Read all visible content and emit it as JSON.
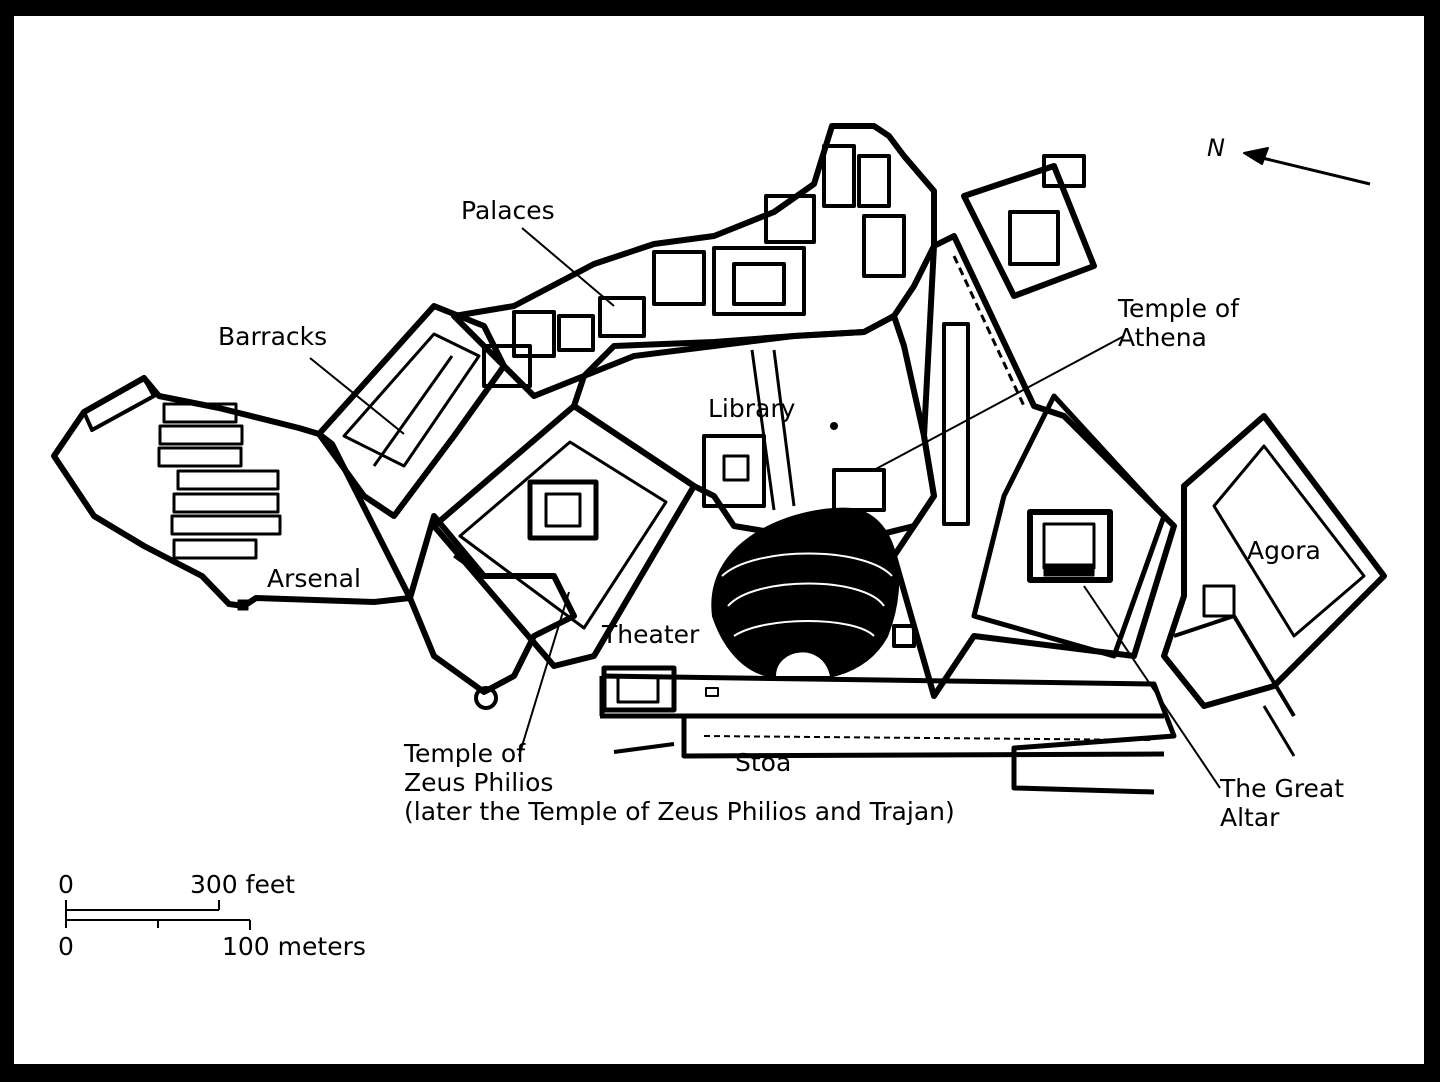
{
  "map": {
    "labels": {
      "palaces": "Palaces",
      "barracks": "Barracks",
      "library": "Library",
      "temple_athena_line1": "Temple of",
      "temple_athena_line2": "Athena",
      "agora": "Agora",
      "arsenal": "Arsenal",
      "theater": "Theater",
      "stoa": "Stoa",
      "temple_zeus_line1": "Temple of",
      "temple_zeus_line2": "Zeus Philios",
      "temple_zeus_line3": "(later the Temple of Zeus Philios and Trajan)",
      "great_altar_line1": "The Great",
      "great_altar_line2": "Altar"
    },
    "compass": {
      "letter": "N"
    },
    "scale_bar": {
      "top_zero": "0",
      "top_label": "300 feet",
      "bottom_zero": "0",
      "bottom_label": "100 meters"
    },
    "colors": {
      "ink": "#000000",
      "paper": "#ffffff",
      "border": "#000000"
    }
  }
}
